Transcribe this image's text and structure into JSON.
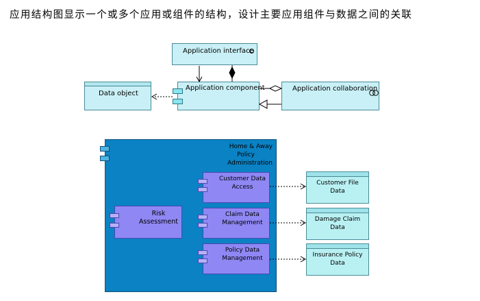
{
  "caption": "应用结构图显示一个或多个应用或组件的结构，设计主要应用组件与数据之间的关联",
  "top_diagram": {
    "app_interface": "Application interface",
    "app_component": "Application component",
    "data_object": "Data object",
    "app_collaboration": "Application collaboration"
  },
  "bottom_diagram": {
    "system": {
      "line1": "Home & Away",
      "line2": "Policy",
      "line3": "Administration"
    },
    "components": [
      {
        "line1": "Customer Data",
        "line2": "Access"
      },
      {
        "line1": "Claim Data",
        "line2": "Management"
      },
      {
        "line1": "Policy Data",
        "line2": "Management"
      },
      {
        "line1": "Risk",
        "line2": "Assessment"
      }
    ],
    "data_objects": [
      {
        "line1": "Customer File",
        "line2": "Data"
      },
      {
        "line1": "Damage Claim",
        "line2": "Data"
      },
      {
        "line1": "Insurance Policy",
        "line2": "Data"
      }
    ]
  }
}
